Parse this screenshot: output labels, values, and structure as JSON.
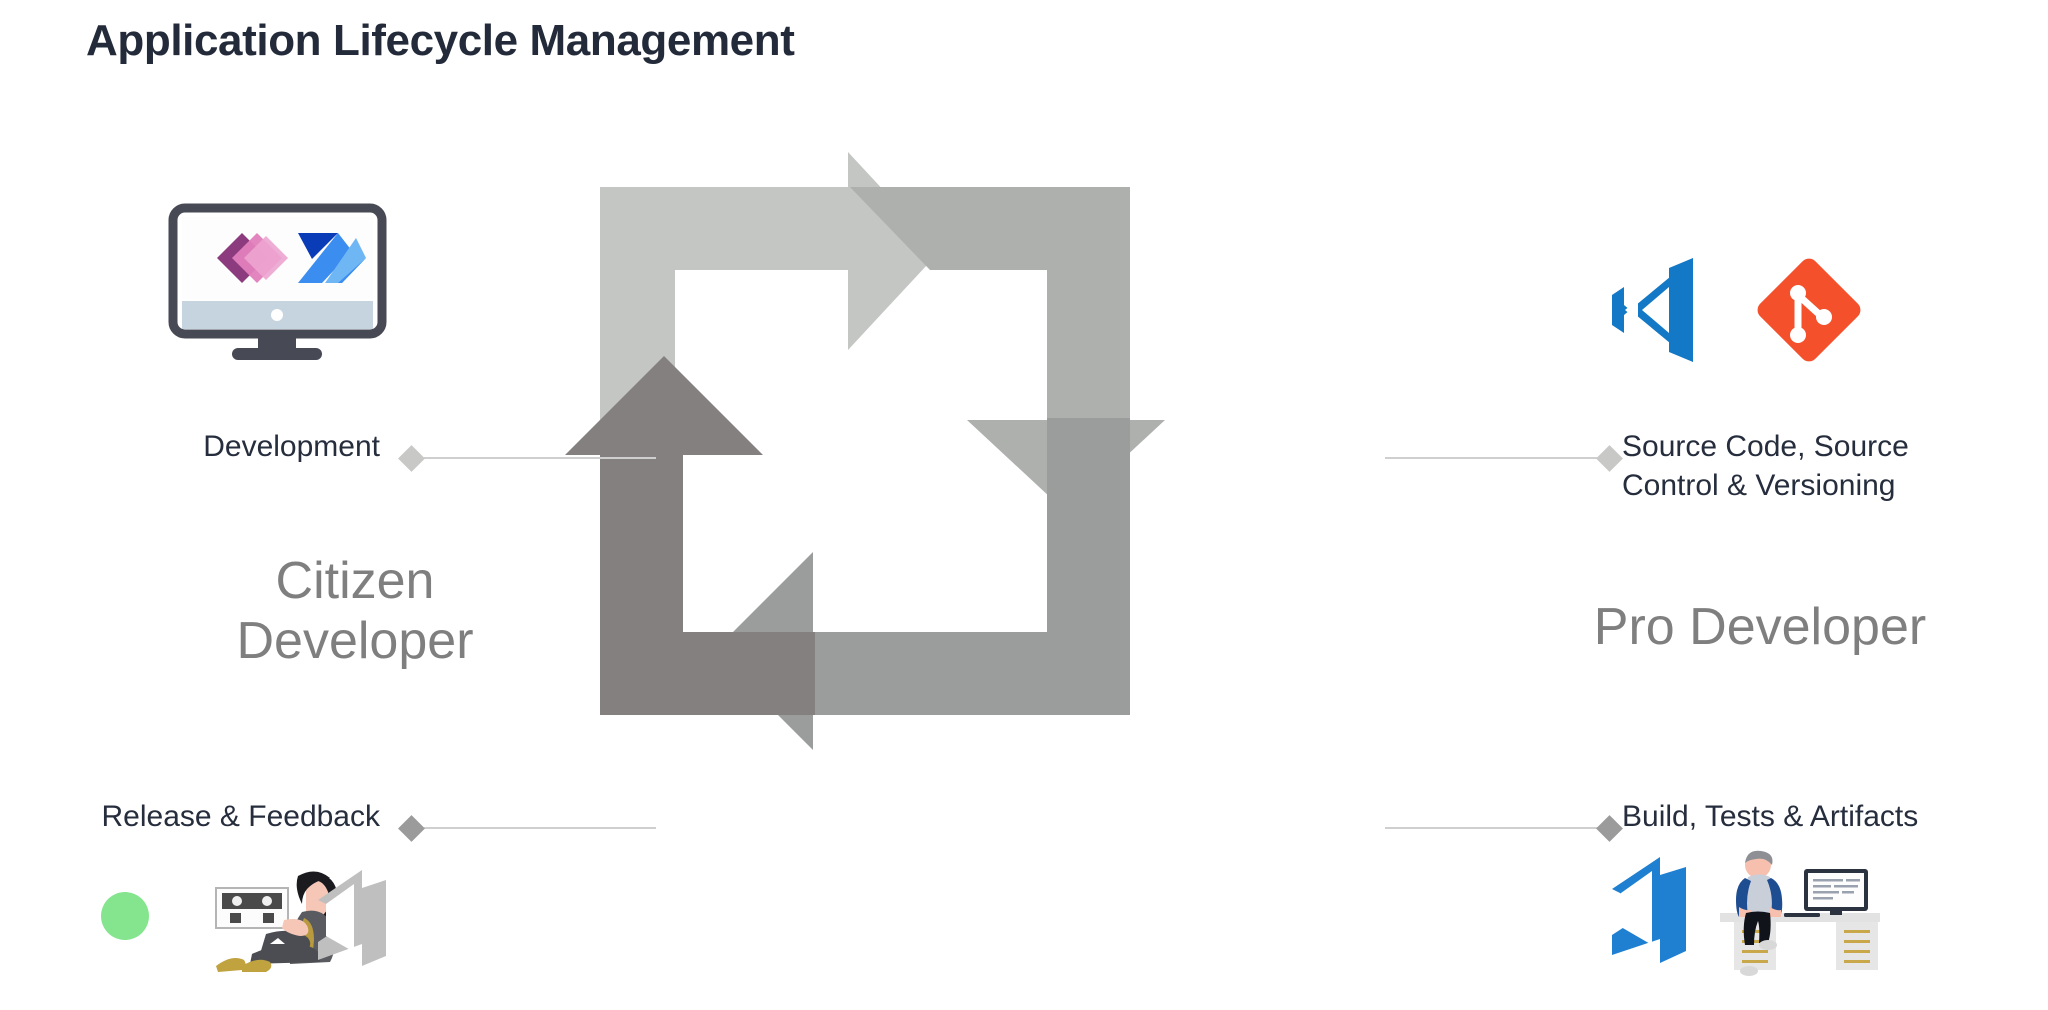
{
  "page": {
    "title": "Application Lifecycle Management",
    "background": "#ffffff"
  },
  "colors": {
    "title_text": "#232b3b",
    "label_text": "#262d3d",
    "persona_text": "#7f7f7f",
    "connector_line": "#cfcfcf",
    "diamond_light": "#c8c8c6",
    "diamond_dark": "#9b9b9b",
    "arrow_1": "#c4c6c3",
    "arrow_2": "#aeb0ae",
    "arrow_3": "#9a9d9b",
    "arrow_4": "#83807f",
    "powerapps_dark": "#8c3b7e",
    "powerapps_light": "#e27fbd",
    "powerautomate_dark": "#0b3cb8",
    "powerautomate_mid": "#3b8df0",
    "powerautomate_light": "#6fb6f5",
    "visualstudio_blue": "#1378c5",
    "git_orange": "#f4502b",
    "azure_devops_blue": "#1f7fd0",
    "azure_devops_gray": "#bfbfbf",
    "powerplatform_green_dark": "#1a7c34",
    "powerplatform_green_mid": "#2fbd4a",
    "powerplatform_green_light": "#85e58f",
    "monitor_frame": "#474a54",
    "monitor_base": "#c6d4e0"
  },
  "personas": {
    "left": "Citizen\nDeveloper",
    "right": "Pro Developer"
  },
  "nodes": [
    {
      "id": "development",
      "label": "Development",
      "side": "left",
      "row": "top",
      "icons": [
        "monitor-powerapps-powerautomate-icon"
      ]
    },
    {
      "id": "source-code",
      "label": "Source Code, Source\nControl & Versioning",
      "side": "right",
      "row": "top",
      "icons": [
        "visual-studio-icon",
        "git-icon"
      ]
    },
    {
      "id": "release-feedback",
      "label": "Release & Feedback",
      "side": "left",
      "row": "bottom",
      "icons": [
        "power-platform-icon",
        "person-with-screen-illustration",
        "azure-devops-gray-icon"
      ]
    },
    {
      "id": "build-tests",
      "label": "Build, Tests & Artifacts",
      "side": "right",
      "row": "bottom",
      "icons": [
        "azure-devops-blue-icon",
        "developer-at-desk-illustration"
      ]
    }
  ],
  "cycle": {
    "description": "Four chevron arrows forming a clockwise square loop",
    "segments": [
      {
        "id": "top-left-to-right",
        "direction": "right",
        "fill": "#c4c6c3"
      },
      {
        "id": "top-right-to-bottom",
        "direction": "down",
        "fill": "#aeb0ae"
      },
      {
        "id": "bottom-right-to-left",
        "direction": "left",
        "fill": "#9a9d9b"
      },
      {
        "id": "bottom-left-to-top",
        "direction": "up",
        "fill": "#83807f"
      }
    ]
  }
}
